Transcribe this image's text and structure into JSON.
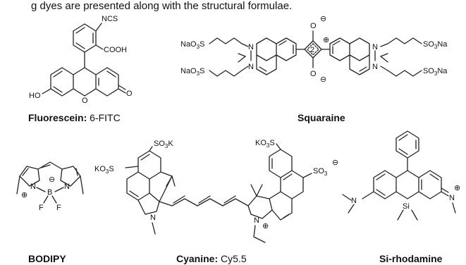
{
  "top_caption": "g dyes are presented along with the structural formulae.",
  "molecules": [
    {
      "id": "fluorescein",
      "name": "Fluorescein",
      "variant": "6-FITC",
      "labels": {
        "ncs": "NCS",
        "cooh": "COOH",
        "ho": "HO",
        "o": "O"
      }
    },
    {
      "id": "squaraine",
      "name": "Squaraine",
      "labels": {
        "naso3_left": "NaO",
        "naso3_left_sub": "3",
        "naso3_left_s": "S",
        "so3na_right": "SO",
        "so3na_right_sub": "3",
        "so3na_right_na": "Na",
        "n": "N",
        "o": "O",
        "minus": "⊖",
        "plus": "⊕",
        "charge2": "2"
      }
    },
    {
      "id": "bodipy",
      "name": "BODIPY",
      "labels": {
        "n": "N",
        "b": "B",
        "f": "F",
        "plus": "⊕",
        "minus": "⊖"
      }
    },
    {
      "id": "cyanine",
      "name": "Cyanine",
      "variant": "Cy5.5",
      "labels": {
        "so3k": "SO",
        "so3k_sub": "3",
        "so3k_k": "K",
        "ko3s": "KO",
        "ko3s_sub": "3",
        "ko3s_s": "S",
        "so3": "SO",
        "so3_sub": "3",
        "n": "N",
        "plus": "⊕",
        "minus": "⊖"
      }
    },
    {
      "id": "si-rhodamine",
      "name": "Si-rhodamine",
      "labels": {
        "n": "N",
        "si": "Si",
        "plus": "⊕"
      }
    }
  ]
}
